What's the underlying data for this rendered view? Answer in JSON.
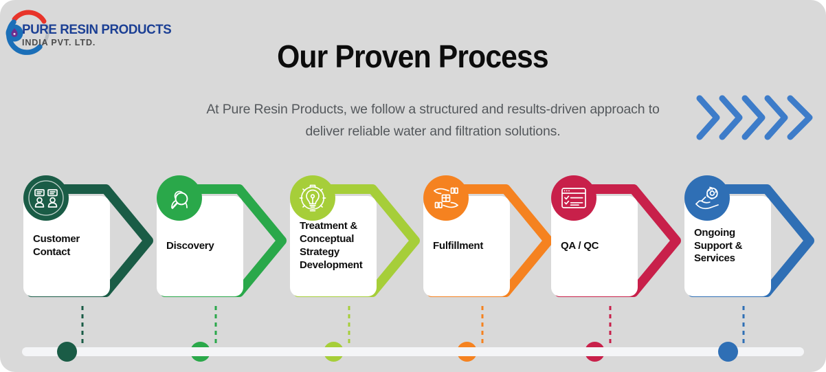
{
  "page": {
    "background_color": "#d9d9d9",
    "card_color": "#ffffff",
    "rail_color": "#f4f5f7"
  },
  "logo": {
    "line1": "PURE RESIN PRODUCTS",
    "line2": "INDIA PVT. LTD.",
    "mark_icon": "water-drop-circle-logo-icon",
    "red": "#e8342a",
    "blue": "#1b6fb8",
    "text_blue": "#1b3f94",
    "gray": "#b9bdc1",
    "drop_purple": "#6e2d8e"
  },
  "header": {
    "title": "Our Proven Process",
    "subtitle": "At Pure Resin Products, we follow a structured and results-driven approach to deliver reliable water and filtration solutions.",
    "title_color": "#0c0c0c",
    "subtitle_color": "#54585c"
  },
  "decoration": {
    "chevrons_icon": "chevrons-right-icon",
    "chevron_count": 5,
    "chevron_color": "#3d7cc9"
  },
  "steps": [
    {
      "index": 1,
      "label": "Customer Contact",
      "color": "#1a5c46",
      "icon": "two-users-screens-icon",
      "dot_position": "over-rail"
    },
    {
      "index": 2,
      "label": "Discovery",
      "color": "#2aa84a",
      "icon": "person-magnifier-icon",
      "dot_position": "under-rail"
    },
    {
      "index": 3,
      "label": "Treatment &\nConceptual\nStrategy\nDevelopment",
      "color": "#a6ce39",
      "icon": "lightbulb-gear-icon",
      "dot_position": "under-rail"
    },
    {
      "index": 4,
      "label": "Fulfillment",
      "color": "#f58220",
      "icon": "hands-package-icon",
      "dot_position": "under-rail"
    },
    {
      "index": 5,
      "label": "QA / QC",
      "color": "#c8204a",
      "icon": "checklist-window-icon",
      "dot_position": "under-rail"
    },
    {
      "index": 6,
      "label": "Ongoing\nSupport &\nServices",
      "color": "#2f6fb5",
      "icon": "hand-gear-support-icon",
      "dot_position": "over-rail"
    }
  ]
}
